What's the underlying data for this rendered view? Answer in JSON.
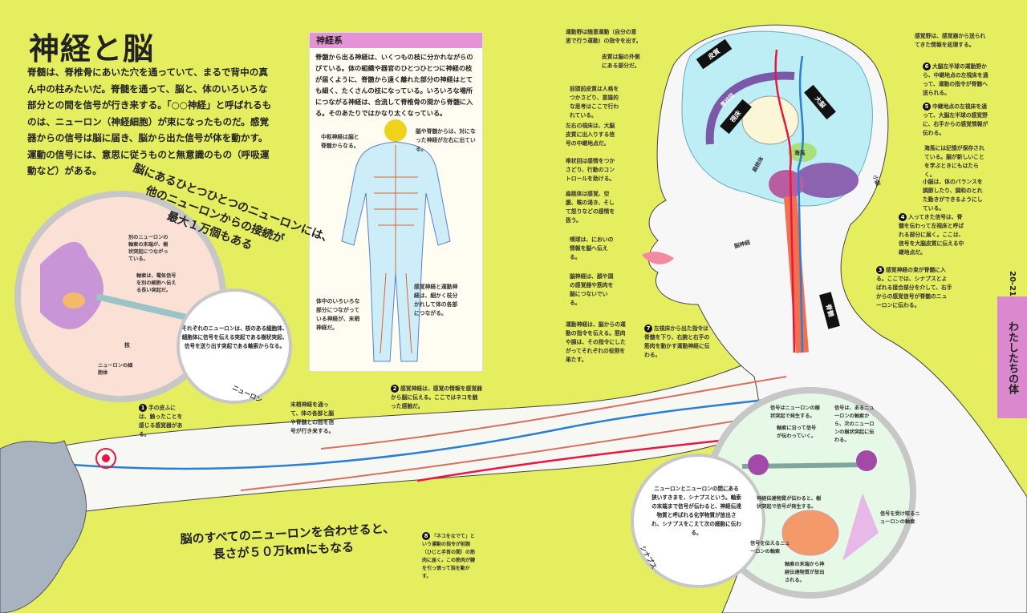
{
  "title": "神経と脳",
  "intro": "脊髄は、脊椎骨にあいた穴を通っていて、まるで背中の真ん中の柱みたいだ。脊髄を通って、脳と、体のいろいろな部分との間を信号が行き来する。「○○神経」と呼ばれるものは、ニューロン（神経細胞）が束になったものだ。感覚器からの信号は脳に届き、脳から出た信号が体を動かす。運動の信号には、意思に従うものと無意識のもの（呼吸運動など）がある。",
  "nervous_system": {
    "heading": "神経系",
    "text": "脊髄から出る神経は、いくつもの枝に分かれながらのびている。体の組織や器官のひとつひとつに神経の枝が届くように、脊髄から遠く離れた部分の神経はとても細く、たくさんの枝になっている。いろいろな場所につながる神経は、合流して脊椎骨の間から脊髄に入る。そのあたりではかなり太くなっている。",
    "labels": [
      "中枢神経は脳と脊髄からなる。",
      "脳や脊髄からは、対になった神経が左右に出ている。",
      "体中のいろいろな部分につながっている神経が、末梢神経だ。",
      "感覚神経と運動神経は、細かく枝分かれして体の各部につながる。"
    ]
  },
  "headline_neuron": [
    "脳にあるひとつひとつのニューロンには、",
    "他のニューロンからの接続が",
    "最大１万個もある"
  ],
  "neuron": {
    "labels": [
      "別のニューロンの軸索の末端が、樹状突起につながっている。",
      "軸索は、電気信号を別の細胞へ伝える長い突起だ。",
      "核",
      "ニューロンの細胞体"
    ],
    "bubble": "それぞれのニューロンは、核のある細胞体、細胞体に信号を伝える突起である樹状突起、信号を送り出す突起である軸索からなる。",
    "caption": "ニューロン"
  },
  "headline_length": [
    "脳のすべてのニューロンを合わせると、",
    "長さが５０万kmにもなる"
  ],
  "steps": [
    {
      "n": "1",
      "text": "手の皮ふには、触ったことを感じる感覚器がある。"
    },
    {
      "n": "2",
      "text": "感覚神経は、感覚の情報を感覚器から脳に伝える。ここではネコを触った感触だ。"
    },
    {
      "n": "3",
      "text": "感覚神経の束が脊髄に入る。ここでは、シナプスとよばれる接合部分を介して、右手からの感覚信号が脊髄のニューロンに伝わる。"
    },
    {
      "n": "4",
      "text": "入ってきた信号は、脊髄を伝わって左視床と呼ばれる部分に届く。ここは、信号を大脳皮質に伝える中継地点だ。"
    },
    {
      "n": "5",
      "text": "中継地点の左視床を通って、大脳左半球の感覚野に、右手からの感覚情報が伝わる。"
    },
    {
      "n": "6",
      "text": "大脳左半球の運動野から、中継地点の左視床を通って、運動の指令が脊髄へ送られる。"
    },
    {
      "n": "7",
      "text": "左視床から出た指令は脊髄を下り、右腕と右手の筋肉を動かす運動神経に伝わる。"
    },
    {
      "n": "8",
      "text": "「ネコをなでて」という運動の指令が前腕（ひじと手首の間）の筋肉に届く。この筋肉が腱を引っ張って指を動かす。"
    }
  ],
  "peripheral_note": "末梢神経を通って、体の各部と脳や脊髄との間を信号が行き来する。",
  "motor_note": "運動神経は、脳からの運動の指令を伝える。筋肉や腺は、その指令にしたがってそれぞれの役割を果たす。",
  "brain_notes_left": [
    "運動野は随意運動（自分の意思で行う運動）の指令を出す。",
    "皮質は脳の外側にある部分だ。",
    "前頭前皮質は人格をつかさどり、意識的な思考はここで行われている。",
    "左右の視床は、大脳皮質に出入りする信号の中継地点だ。",
    "帯状回は感情をつかさどり、行動のコントロールを助ける。",
    "扁桃体は感覚、空腹、喉の渇き、そして怒りなどの感情を扱う。",
    "嗅球は、においの情報を脳へ伝える。",
    "脳神経は、顔や頭の感覚器や筋肉を脳につないでいる。"
  ],
  "brain_notes_right": [
    "感覚野は、感覚器から送られてきた情報を処理する。",
    "海馬には記憶が保存されている。脳が新しいことを学ぶときにもはたらく。",
    "小脳は、体のバランスを調節したり、調和のとれた動きができるようにしている。"
  ],
  "brain_tags": [
    "皮質",
    "帯状回",
    "視床",
    "大脳",
    "海馬",
    "扁桃体",
    "小脳",
    "脳神経",
    "脊髄"
  ],
  "synapse": {
    "labels": [
      "信号はニューロンの樹状突起で発生する。",
      "軸索に沿って信号が伝わっていく。",
      "信号は、あるニューロンの軸索から、次のニューロンの樹状突起に伝わる。",
      "神経伝達物質が伝わると、樹状突起で信号が発生する。",
      "信号を伝えるニューロンの軸索",
      "軸索の末端から神経伝達物質が放出される。",
      "信号を受け取るニューロンの軸索"
    ],
    "bubble": "ニューロンとニューロンの間にある狭いすきまを、シナプスという。軸索の末端まで信号が伝わると、神経伝達物質と呼ばれる化学物質が放出され、シナプスをこえて次の細胞に伝わる。",
    "caption": "シナプス"
  },
  "page_number": "20-21",
  "section_tab": "わたしたちの体",
  "colors": {
    "background": "#e5ee5e",
    "tab": "#dc88cf",
    "sensory": "#2a7fd4",
    "motor": "#e8173f",
    "nerve": "#d9705f"
  }
}
